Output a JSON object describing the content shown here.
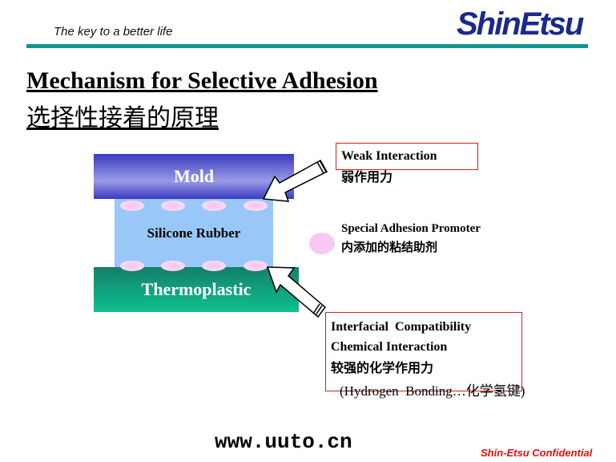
{
  "header": {
    "tagline": "The key to a better life",
    "logo": "ShinEtsu"
  },
  "title": {
    "en": "Mechanism for Selective Adhesion",
    "zh": "选择性接着的原理"
  },
  "diagram": {
    "layers": {
      "mold": "Mold",
      "rubber": "Silicone Rubber",
      "thermoplastic": "Thermoplastic"
    },
    "weak": {
      "en": "Weak Interaction",
      "zh": "弱作用力"
    },
    "promoter": {
      "en": "Special Adhesion Promoter",
      "zh": "内添加的粘结助剂"
    },
    "strong": {
      "line1": "Interfacial  Compatibility",
      "line2": "Chemical Interaction",
      "zh": "较强的化学作用力",
      "note": "(Hydrogen  Bonding…化学氢键)"
    }
  },
  "footer": {
    "url": "www.uuto.cn",
    "confidential": "Shin-Etsu Confidential"
  }
}
